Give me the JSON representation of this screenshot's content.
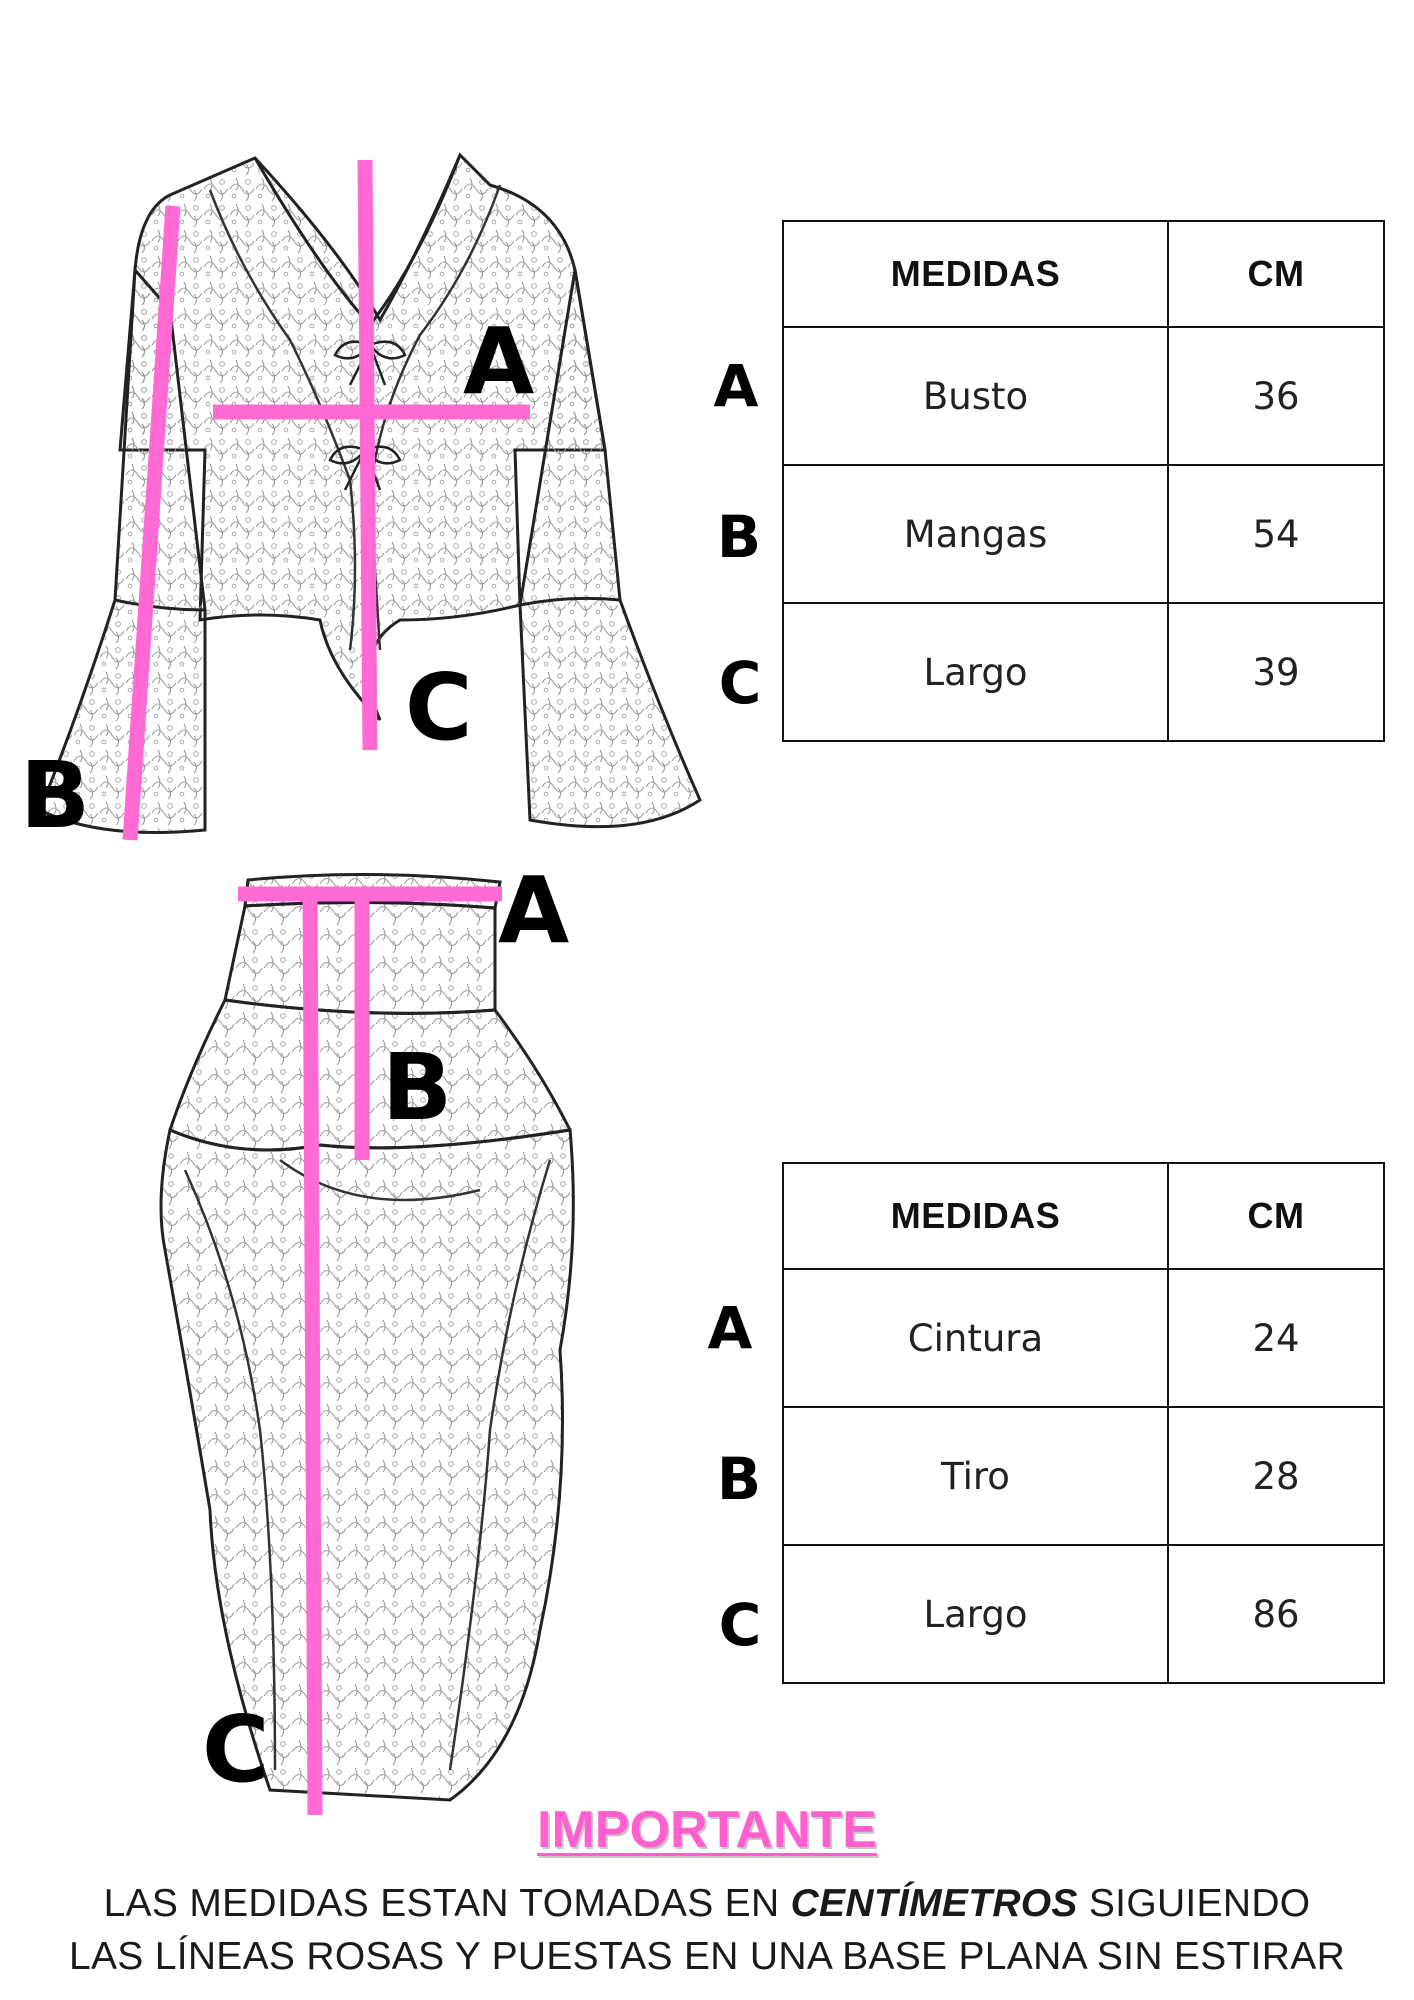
{
  "colors": {
    "accent": "#ff5fcf",
    "line": "#111111",
    "guide": "#ff6ad5"
  },
  "top_garment": {
    "labels": {
      "a": "A",
      "b": "B",
      "c": "C"
    },
    "table": {
      "header_measure": "MEDIDAS",
      "header_unit": "CM",
      "rows": [
        {
          "letter": "A",
          "name": "Busto",
          "value": "36"
        },
        {
          "letter": "B",
          "name": "Mangas",
          "value": "54"
        },
        {
          "letter": "C",
          "name": "Largo",
          "value": "39"
        }
      ]
    }
  },
  "skirt": {
    "labels": {
      "a": "A",
      "b": "B",
      "c": "C"
    },
    "table": {
      "header_measure": "MEDIDAS",
      "header_unit": "CM",
      "rows": [
        {
          "letter": "A",
          "name": "Cintura",
          "value": "24"
        },
        {
          "letter": "B",
          "name": "Tiro",
          "value": "28"
        },
        {
          "letter": "C",
          "name": "Largo",
          "value": "86"
        }
      ]
    }
  },
  "note": {
    "title": "IMPORTANTE",
    "line1_before": "LAS MEDIDAS ESTAN TOMADAS EN ",
    "line1_emph": "CENTÍMETROS",
    "line1_after": " SIGUIENDO",
    "line2": "LAS LÍNEAS ROSAS Y PUESTAS EN UNA BASE PLANA SIN ESTIRAR"
  }
}
